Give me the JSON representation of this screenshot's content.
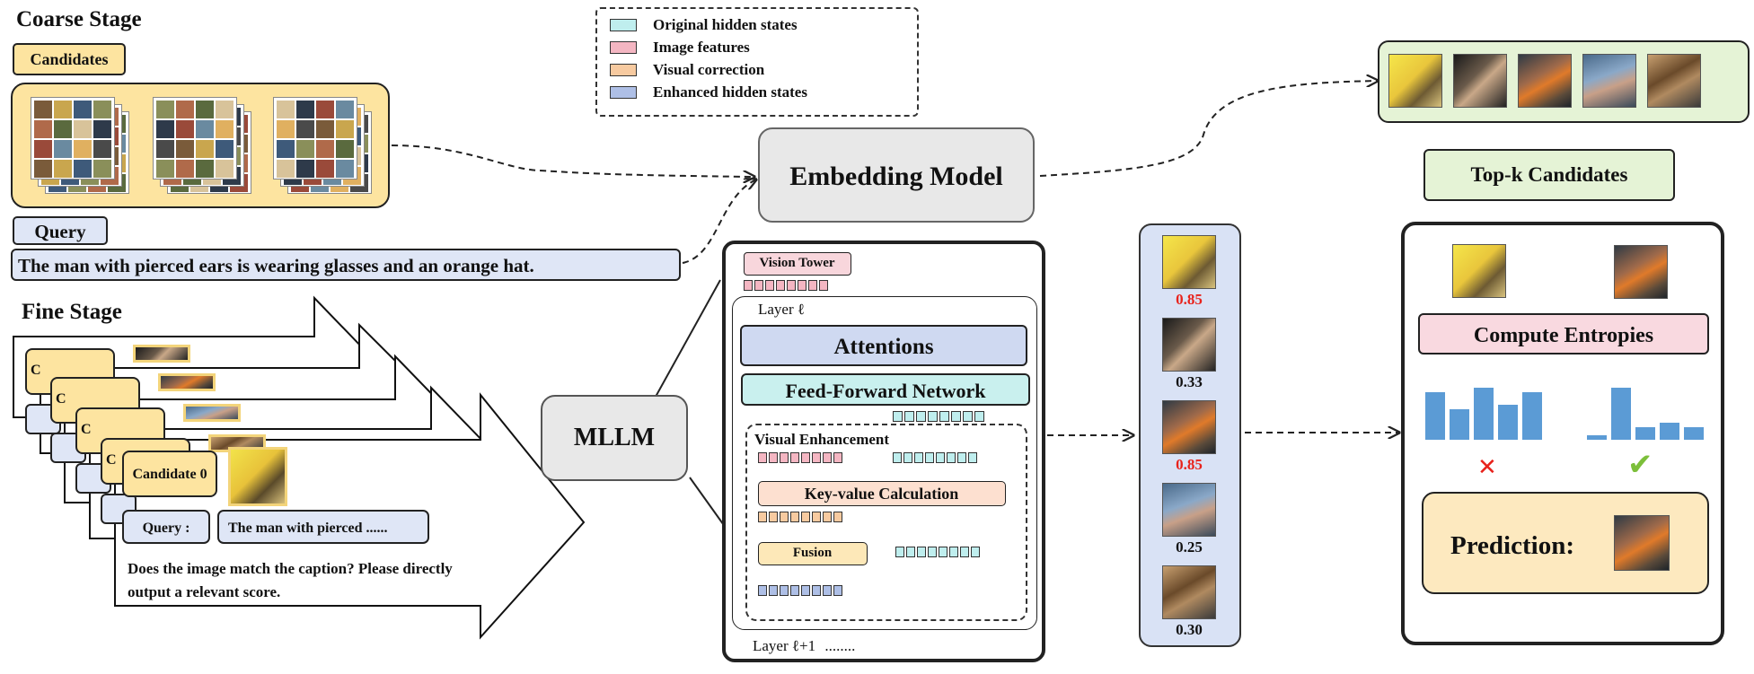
{
  "legend": {
    "items": [
      {
        "label": "Original hidden states",
        "color": "#bfeeee"
      },
      {
        "label": "Image features",
        "color": "#f4b6c2"
      },
      {
        "label": "Visual correction",
        "color": "#f7caa0"
      },
      {
        "label": "Enhanced hidden states",
        "color": "#aebfe6"
      }
    ]
  },
  "coarse": {
    "title": "Coarse Stage",
    "candidates_label": "Candidates",
    "query_label": "Query",
    "query_text": "The man with pierced ears is wearing glasses and an orange hat."
  },
  "embedding_model": "Embedding Model",
  "topk_label": "Top-k Candidates",
  "fine": {
    "title": "Fine Stage",
    "candidate_label": "Candidate 0",
    "query_label": "Query :",
    "query_short": "The man with pierced ......",
    "prompt_line1": "Does the image match the caption? Please directly",
    "prompt_line2": "output a relevant score.",
    "back_fragments": [
      "C",
      "C",
      "C",
      "C"
    ]
  },
  "mllm": {
    "label": "MLLM",
    "vision_tower": "Vision Tower",
    "layer_l": "Layer ℓ",
    "attentions": "Attentions",
    "ffn": "Feed-Forward Network",
    "visual_enhancement": "Visual Enhancement",
    "kv_calc": "Key-value Calculation",
    "fusion": "Fusion",
    "layer_next": "Layer ℓ+1",
    "dots": "........"
  },
  "scores": [
    "0.85",
    "0.33",
    "0.85",
    "0.25",
    "0.30"
  ],
  "score_colors": [
    "#e8221b",
    "#111111",
    "#e8221b",
    "#111111",
    "#111111"
  ],
  "entropy": {
    "label": "Compute Entropies",
    "bars_left": [
      0.55,
      0.35,
      0.6,
      0.4,
      0.55
    ],
    "bars_right": [
      0.05,
      0.6,
      0.15,
      0.2,
      0.15
    ],
    "cross": "✕",
    "check": "✔",
    "prediction": "Prediction:"
  }
}
